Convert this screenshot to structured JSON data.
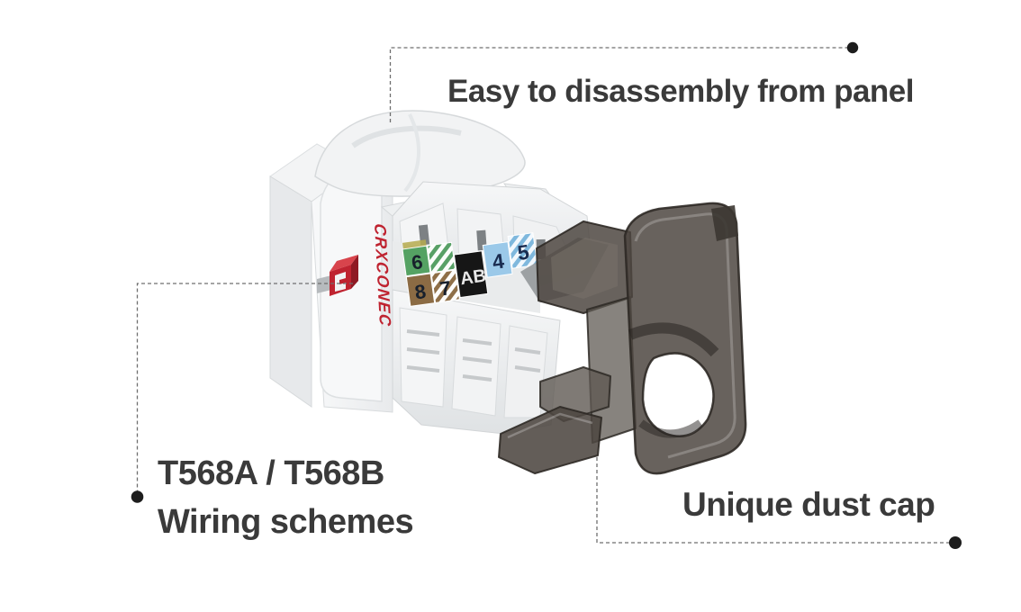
{
  "annotations": {
    "panel": {
      "label": "Easy to disassembly from panel"
    },
    "wiring": {
      "line1": "T568A / T568B",
      "line2": "Wiring schemes"
    },
    "dustcap": {
      "label": "Unique dust cap"
    }
  },
  "product": {
    "brand": "CRXCONEC",
    "wiring_label": {
      "tiles": [
        {
          "num": "6",
          "fill": "#55a263"
        },
        {
          "num": "",
          "fill": "striped-green"
        },
        {
          "num": "8",
          "fill": "#8b6b44"
        },
        {
          "num": "7",
          "fill": "striped-brown"
        },
        {
          "num": "AB",
          "fill": "#161616"
        },
        {
          "num": "4",
          "fill": "#9bc9e9"
        },
        {
          "num": "5",
          "fill": "striped-blue"
        }
      ]
    }
  },
  "colors": {
    "annotation_text": "#3a3a3a",
    "leader_line": "#6f6f6f",
    "leader_dot": "#1d1d1d",
    "brand_red": "#bf2330",
    "jack_white": "#f4f5f6",
    "jack_shadow": "#d8dbdd",
    "dust_cap_smoke": "#49433e"
  }
}
